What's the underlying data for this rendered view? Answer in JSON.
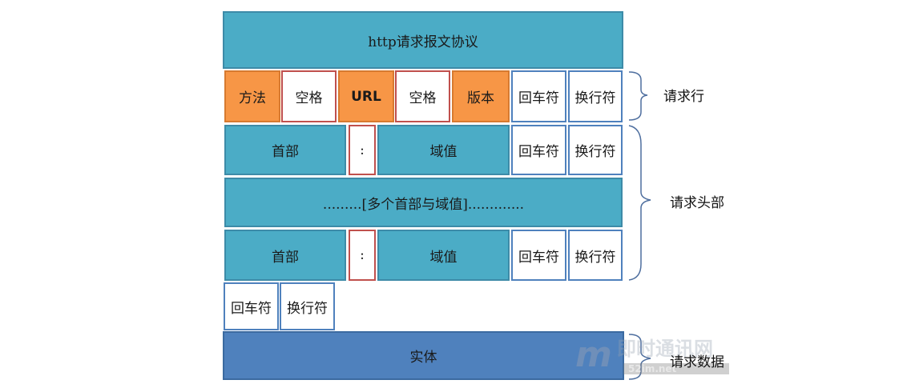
{
  "title": "http请求报文协议",
  "request_line": {
    "method": "方法",
    "space1": "空格",
    "url": "URL",
    "space2": "空格",
    "version": "版本",
    "cr": "回车符",
    "lf": "换行符"
  },
  "header1": {
    "name": "首部",
    "colon": ":",
    "value": "域值",
    "cr": "回车符",
    "lf": "换行符"
  },
  "header_more": ".........[多个首部与域值].............",
  "header2": {
    "name": "首部",
    "colon": ":",
    "value": "域值",
    "cr": "回车符",
    "lf": "换行符"
  },
  "blank_line": {
    "cr": "回车符",
    "lf": "换行符"
  },
  "body": "实体",
  "labels": {
    "request_line": "请求行",
    "request_headers": "请求头部",
    "request_data": "请求数据"
  },
  "watermark": {
    "logo": "m",
    "text": "即时通讯网",
    "url": "52im.net"
  },
  "colors": {
    "teal": "#4bacc6",
    "orange": "#f79646",
    "blue": "#4f81bd",
    "red_border": "#c0504d"
  }
}
